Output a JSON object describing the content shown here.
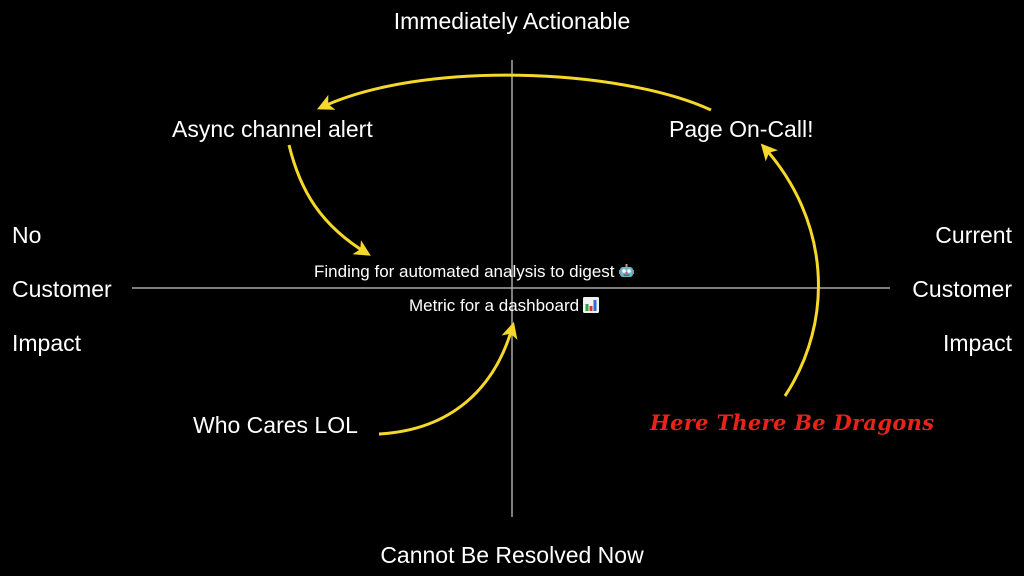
{
  "slide": {
    "background": "#000000",
    "axis_color": "#a8a8a8",
    "arrow_color": "#f5d82a",
    "text_color": "#ffffff"
  },
  "axes": {
    "top": "Immediately Actionable",
    "bottom": "Cannot Be Resolved Now",
    "left": [
      "No",
      "Customer",
      "Impact"
    ],
    "right": [
      "Current",
      "Customer",
      "Impact"
    ]
  },
  "quadrants": {
    "top_left": "Async channel alert",
    "top_right": "Page On-Call!",
    "bottom_left": "Who Cares LOL",
    "bottom_right": "Here There Be Dragons"
  },
  "center": {
    "finding": "Finding for automated analysis to digest",
    "finding_icon": "robot-icon",
    "metric": "Metric for a dashboard",
    "metric_icon": "bar-chart-icon"
  },
  "arrows": [
    {
      "from": "Page On-Call!",
      "to": "Async channel alert"
    },
    {
      "from": "Async channel alert",
      "to": "Finding for automated analysis to digest"
    },
    {
      "from": "Who Cares LOL",
      "to": "Metric for a dashboard"
    },
    {
      "from": "Here There Be Dragons",
      "to": "Page On-Call!"
    }
  ],
  "dragons_color": "#e8231a"
}
